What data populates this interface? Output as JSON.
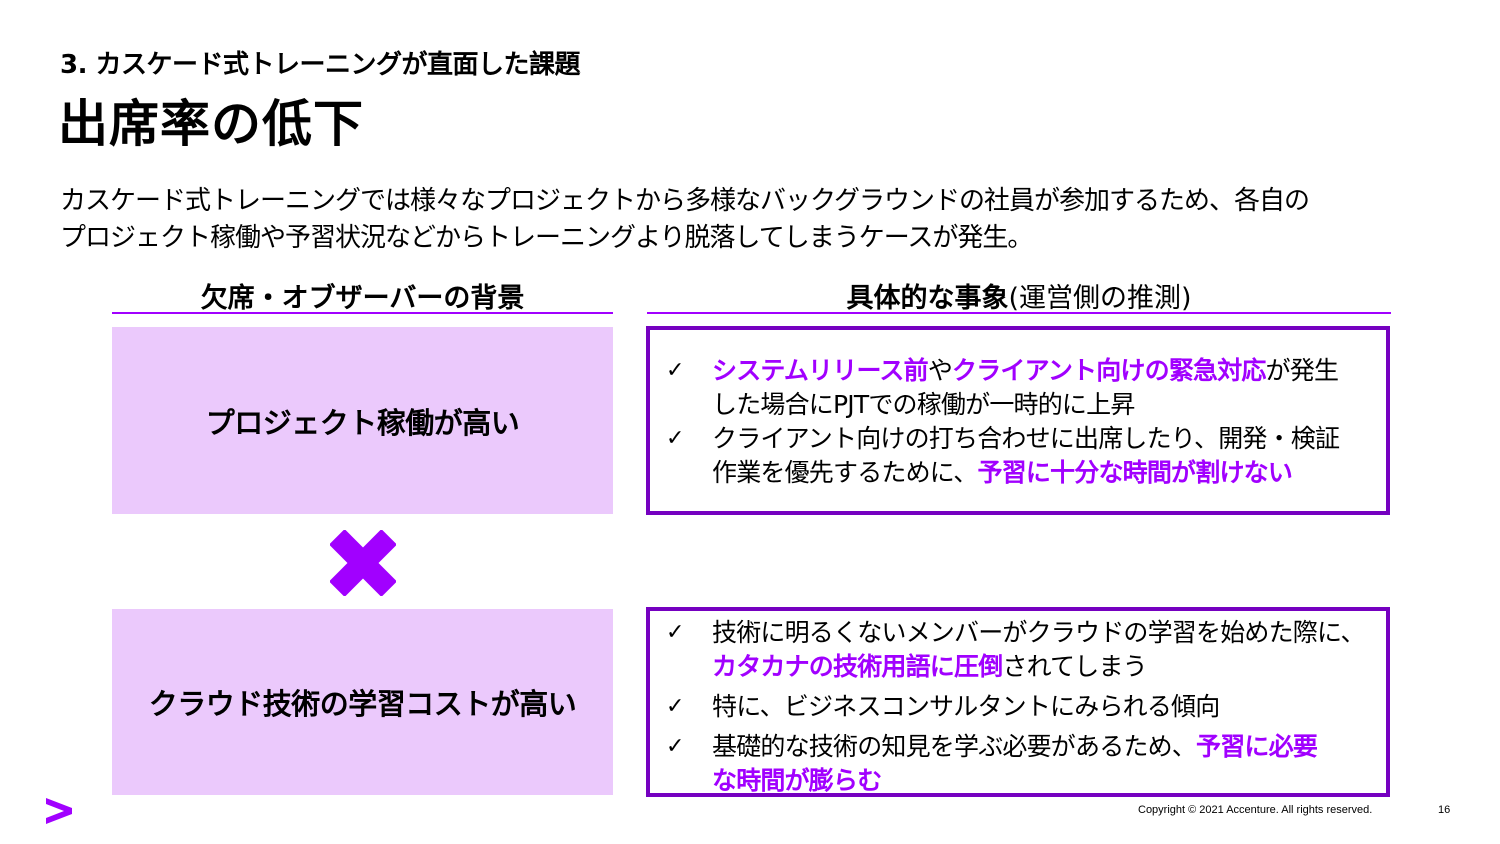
{
  "header": {
    "subtitle": "3. カスケード式トレーニングが直面した課題",
    "title": "出席率の低下"
  },
  "intro": {
    "line1": "カスケード式トレーニングでは様々なプロジェクトから多様なバックグラウンドの社員が参加するため、各自の",
    "line2": "プロジェクト稼働や予習状況などからトレーニングより脱落してしまうケースが発生。"
  },
  "columns": {
    "left_heading": "欠席・オブザーバーの背景",
    "right_heading_bold": "具体的な事象",
    "right_heading_normal": "(運営側の推測)"
  },
  "causes": {
    "first": "プロジェクト稼働が高い",
    "second": "クラウド技術の学習コストが高い"
  },
  "operator_icon": "times-icon",
  "check_mark": "✓",
  "details": {
    "first": {
      "item1": {
        "l1_hl1": "システムリリース前",
        "l1_t1": "や",
        "l1_hl2": "クライアント向けの緊急対応",
        "l1_t2": "が発生",
        "l2": "した場合にPJTでの稼働が一時的に上昇"
      },
      "item2": {
        "l1": "クライアント向けの打ち合わせに出席したり、開発・検証",
        "l2_t": "作業を優先するために、",
        "l2_hl": "予習に十分な時間が割けない"
      }
    },
    "second": {
      "item1": {
        "l1": "技術に明るくないメンバーがクラウドの学習を始めた際に、",
        "l2_hl": "カタカナの技術用語に圧倒",
        "l2_t": "されてしまう"
      },
      "item2": {
        "l1": "特に、ビジネスコンサルタントにみられる傾向"
      },
      "item3": {
        "l1_t": "基礎的な技術の知見を学ぶ必要があるため、",
        "l1_hl": "予習に必要",
        "l2_hl": "な時間が膨らむ"
      }
    }
  },
  "footer": {
    "copyright": "Copyright © 2021 Accenture. All rights reserved.",
    "page_number": "16"
  },
  "colors": {
    "accent": "#a100ff",
    "border": "#7500c0",
    "cause_bg": "#ebc9fc"
  }
}
